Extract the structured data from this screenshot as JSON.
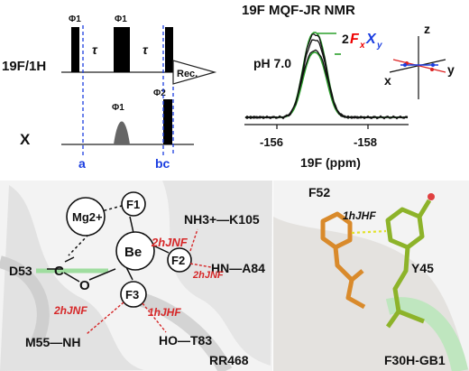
{
  "pulse": {
    "channel_f_h": "19F/1H",
    "channel_x": "X",
    "phi1": "Φ1",
    "phi2": "Φ2",
    "tau": "τ",
    "rec": "Rec.",
    "label_a": "a",
    "label_bc": "bc"
  },
  "spectrum": {
    "title": "19F MQF-JR NMR",
    "ph": "pH 7.0",
    "term_prefix": "2",
    "term_f": "F",
    "term_f_sub": "x",
    "term_x": "X",
    "term_x_sub": "y",
    "ticks": [
      "-156",
      "-158"
    ],
    "xlabel": "19F (ppm)",
    "axes": {
      "z": "z",
      "x": "x",
      "y": "y"
    },
    "line_color": "#111111",
    "envelope_color": "#2ca02c"
  },
  "structure": {
    "mg": "Mg2+",
    "be": "Be",
    "f1": "F1",
    "f2": "F2",
    "f3": "F3",
    "d53": "D53",
    "c": "C",
    "o": "O",
    "nh3_k105": "NH3+—K105",
    "hn_a84": "HN—A84",
    "ho_t83": "HO—T83",
    "m55_nh": "M55—NH",
    "coupling_nf": "2hJNF",
    "coupling_hf": "1hJHF",
    "protein": "RR468",
    "coupling_color": "#d62728"
  },
  "aromatic": {
    "f52": "F52",
    "y45": "Y45",
    "coupling": "1hJHF",
    "protein": "F30H-GB1",
    "f52_color": "#d98a2b",
    "y45_color": "#8db32a"
  }
}
